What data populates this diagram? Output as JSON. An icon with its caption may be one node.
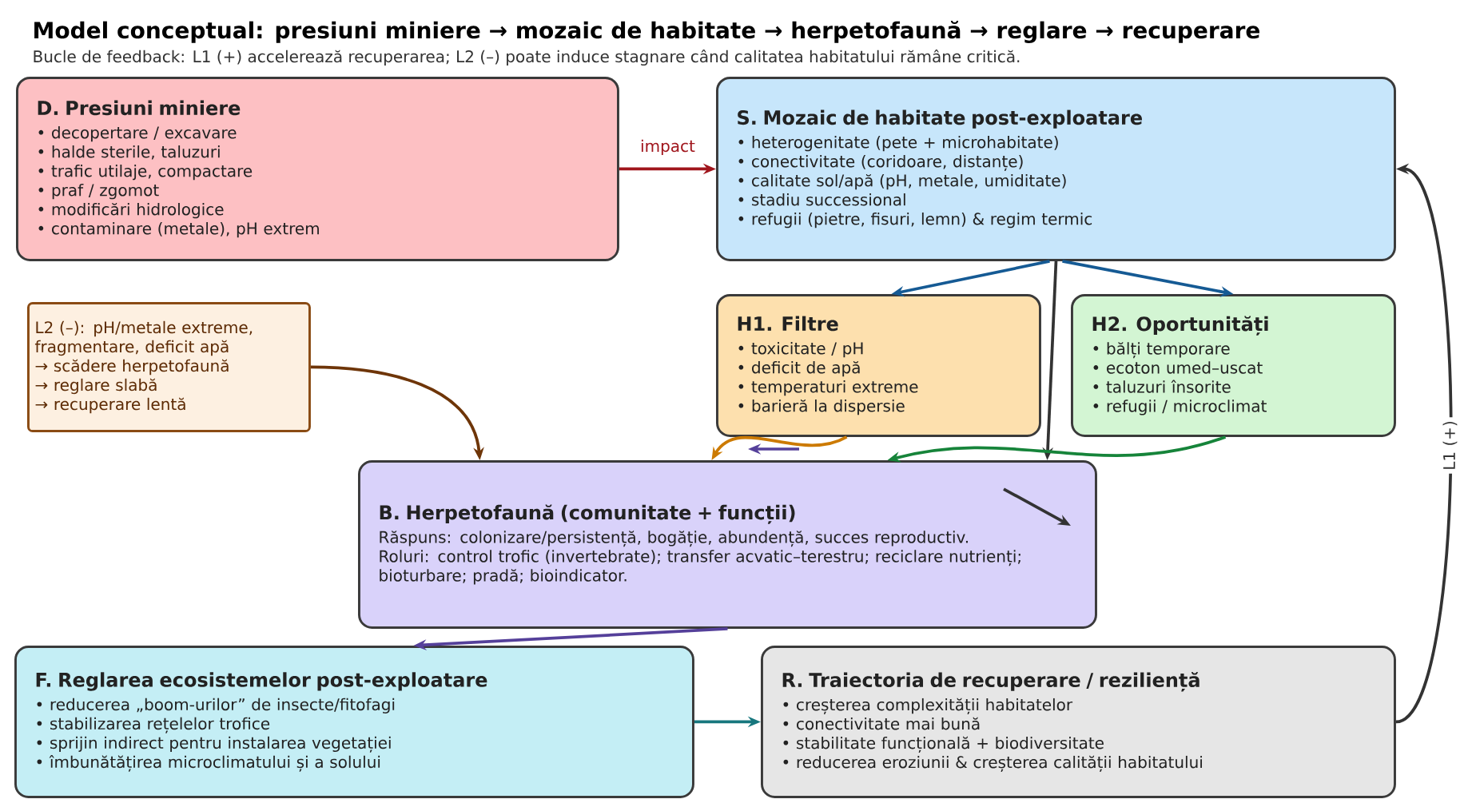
{
  "diagram": {
    "title": "Model conceptual: presiuni miniere → mozaic de habitate → herpetofaună → reglare → recuperare",
    "nodes": [
      {
        "text": [
          "D. Presiuni miniere",
          "• decopertare / excavare",
          "• halde sterile, taluzuri",
          "• trafic utilaje, compactare",
          "• praf / zgomot",
          "• modificări hidrologice",
          "• contaminare (metale), pH extrem"
        ]
      },
      {
        "text": [
          "S. Mozaic de habitate post-exploatare",
          "• heterogenitate (pete + microhabitate)",
          "• conectivitate (coridoare, distanțe)",
          "• calitate sol/apă (pH, metale, umiditate)",
          "• stadiu successional",
          "• refugii (pietre, fisuri, lemn) & regim termic"
        ]
      },
      {
        "text": [
          "H1. Filtre",
          "• toxicitate / pH",
          "• deficit de apă",
          "• temperaturi extreme",
          "• barieră la dispersie"
        ]
      },
      {
        "text": [
          "H2. Oportunități",
          "• bălți temporare",
          "• ecoton umed–uscat",
          "• taluzuri însorite",
          "• refugii / microclimat"
        ]
      },
      {
        "text": [
          "B. Herpetofaună (comunitate + funcții)",
          "Răspuns: colonizare/persistență, bogăție, abundență, succes reproductiv.",
          "Roluri: control trofic (invertebrate); transfer acvatic–terestru; reciclare nutrienți; bioturbare; pradă; bioindicator."
        ]
      },
      {
        "text": [
          "F. Reglarea ecosistemelor post-exploatare",
          "• reducerea „boom-urilor” de insecte/fitofagi",
          "• stabilizarea rețelelor trofice",
          "• sprijin indirect pentru instalarea vegetației",
          "• îmbunătățirea microclimatului și a solului"
        ]
      },
      {
        "text": [
          "R. Traiectoria de recuperare / reziliență",
          "• creșterea complexității habitatelor",
          "• conectivitate mai bună",
          "• stabilitate funcțională + biodiversitate",
          "• reducerea eroziunii & creșterea calității habitatului"
        ]
      },
      {
        "text": [
          "L2 (–): pH/metale extreme, fragmentare, deficit apă",
          "→ scădere herpetofaună",
          "→ reglare slabă",
          "→ recuperare lentă"
        ]
      }
    ],
    "edges": [
      {
        "from": 0,
        "to": 1,
        "arrow": "to",
        "label": "impact",
        "color": "#a0151c"
      },
      {
        "from": 1,
        "to": 2,
        "arrow": "to",
        "color": "#155a94"
      },
      {
        "from": 1,
        "to": 3,
        "arrow": "to",
        "color": "#155a94"
      },
      {
        "from": 1,
        "to": 4,
        "arrow": "to",
        "color": "#333333"
      },
      {
        "from": 2,
        "to": 4,
        "arrow": "to",
        "color": "#cc7a00"
      },
      {
        "from": 3,
        "to": 4,
        "arrow": "to",
        "color": "#16843a"
      },
      {
        "from": 7,
        "to": 4,
        "arrow": "to",
        "color": "#6e3508"
      },
      {
        "from": 4,
        "to": 5,
        "arrow": "to",
        "color": "#55409a"
      },
      {
        "from": 5,
        "to": 6,
        "arrow": "to",
        "color": "#17777e"
      },
      {
        "from": 6,
        "to": 1,
        "arrow": "to",
        "label": "L1 (+)",
        "color": "#333333"
      }
    ],
    "labels": [
      "Bucle de feedback: L1 (+) accelerează recuperarea; L2 (–) poate induce stagnare când calitatea habitatului rămâne critică."
    ]
  }
}
